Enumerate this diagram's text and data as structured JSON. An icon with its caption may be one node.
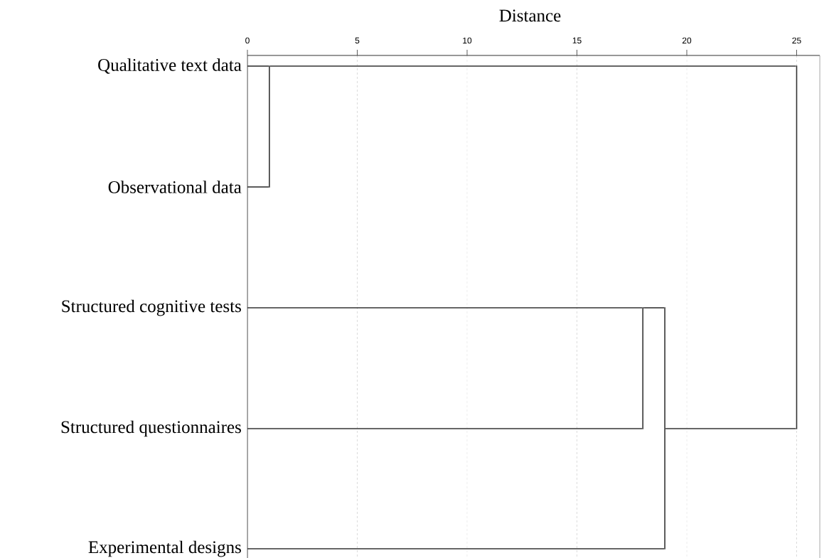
{
  "diagram": {
    "nodes": [
      {
        "text": [
          "Qualitative text data"
        ]
      },
      {
        "text": [
          "Observational data"
        ]
      },
      {
        "text": [
          "Structured cognitive tests"
        ]
      },
      {
        "text": [
          "Structured questionnaires"
        ]
      },
      {
        "text": [
          "Experimental designs"
        ]
      },
      {
        "text": [],
        "shape": "bar"
      },
      {
        "text": [],
        "shape": "bar"
      },
      {
        "text": [],
        "shape": "bar"
      },
      {
        "text": [],
        "shape": "bar"
      }
    ],
    "edges": [
      {
        "from": 0,
        "to": 5,
        "arrow": "none"
      },
      {
        "from": 1,
        "to": 5,
        "arrow": "none"
      },
      {
        "from": 2,
        "to": 6,
        "arrow": "none"
      },
      {
        "from": 3,
        "to": 6,
        "arrow": "none"
      },
      {
        "from": 6,
        "to": 7,
        "arrow": "none"
      },
      {
        "from": 4,
        "to": 7,
        "arrow": "none"
      },
      {
        "from": 5,
        "to": 8,
        "arrow": "none"
      },
      {
        "from": 7,
        "to": 8,
        "arrow": "none"
      }
    ],
    "labels": [
      "Distance",
      "0",
      "5",
      "10",
      "15",
      "20",
      "25"
    ]
  }
}
